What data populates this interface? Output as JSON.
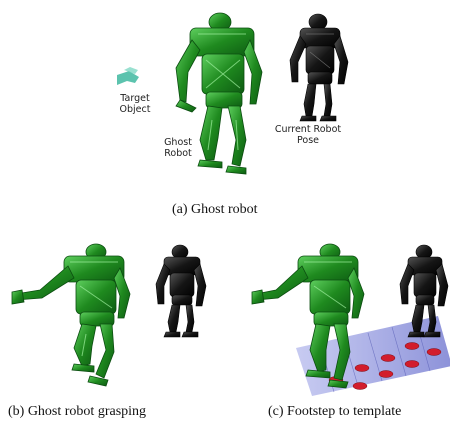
{
  "panel_a": {
    "label_target": [
      "Target",
      "Object"
    ],
    "label_ghost": [
      "Ghost",
      "Robot"
    ],
    "label_current": [
      "Current Robot",
      "Pose"
    ],
    "caption": "(a) Ghost robot"
  },
  "panel_b": {
    "caption": "(b) Ghost robot grasping"
  },
  "panel_c": {
    "caption": "(c) Footstep to template"
  },
  "colors": {
    "ghost_green": "#1f8a1f",
    "ghost_light": "#56c456",
    "robot_dark": "#111111",
    "target_teal": "#3fb8a0",
    "footstep_plane": "#7f86d6",
    "footstep_marker": "#d21d2c"
  }
}
